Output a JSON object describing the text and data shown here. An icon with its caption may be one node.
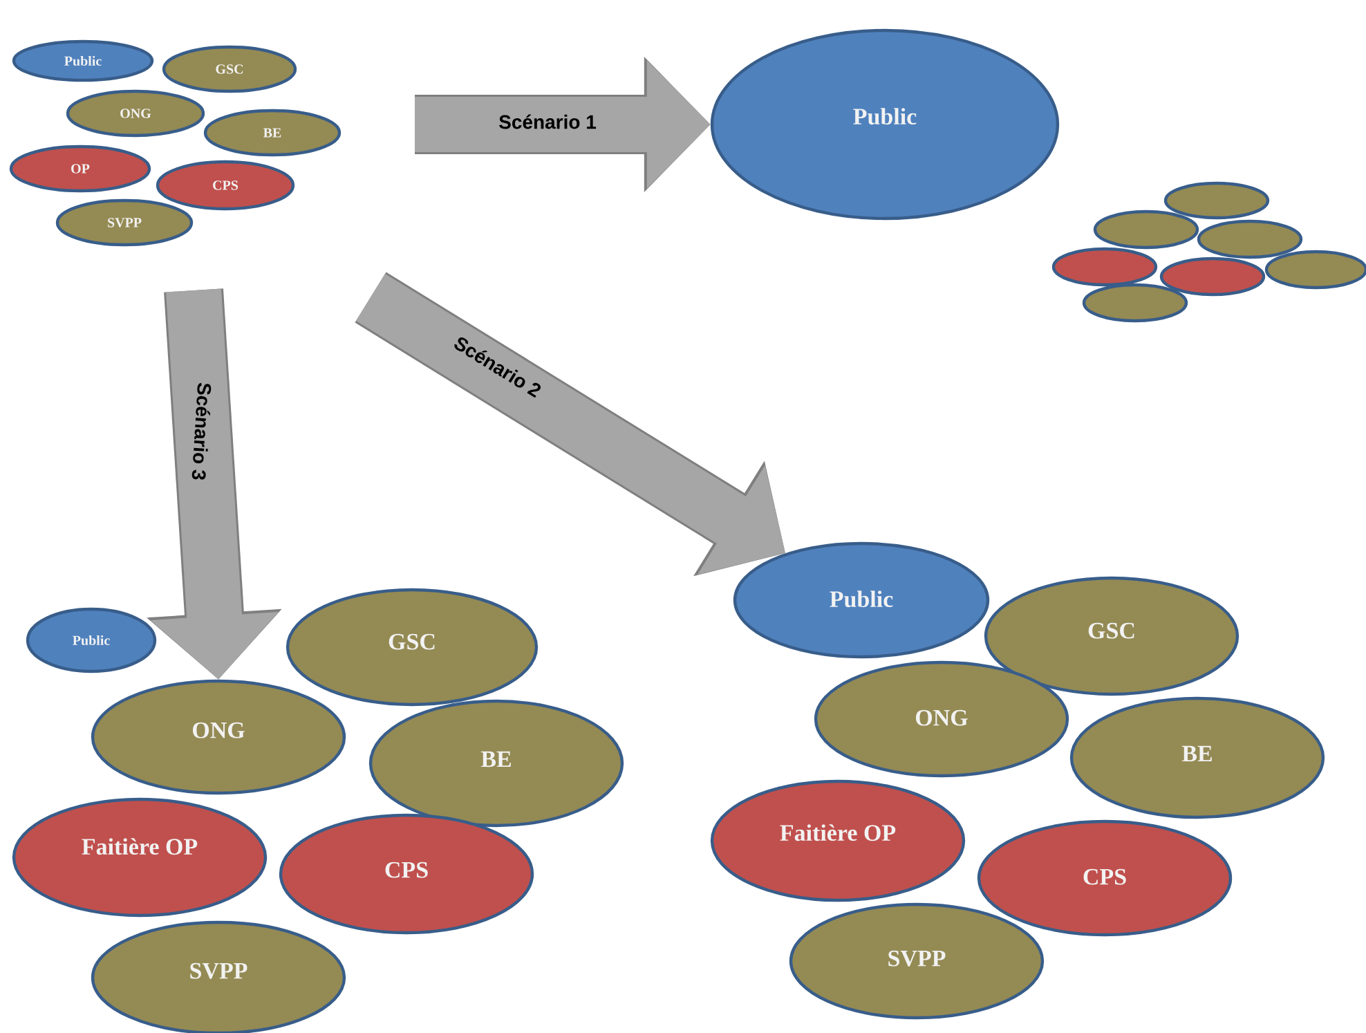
{
  "diagram": {
    "nodes": [
      {
        "text": [
          "Public"
        ]
      },
      {
        "text": [
          "GSC"
        ]
      },
      {
        "text": [
          "ONG"
        ]
      },
      {
        "text": [
          "BE"
        ]
      },
      {
        "text": [
          "OP"
        ]
      },
      {
        "text": [
          "CPS"
        ]
      },
      {
        "text": [
          "SVPP"
        ]
      },
      {
        "text": [
          "Public"
        ]
      },
      {
        "text": [],
        "shape": "ellipse"
      },
      {
        "text": [],
        "shape": "ellipse"
      },
      {
        "text": [],
        "shape": "ellipse"
      },
      {
        "text": [],
        "shape": "ellipse"
      },
      {
        "text": [],
        "shape": "ellipse"
      },
      {
        "text": [],
        "shape": "ellipse"
      },
      {
        "text": [],
        "shape": "ellipse"
      },
      {
        "text": [
          "Public"
        ]
      },
      {
        "text": [
          "GSC"
        ]
      },
      {
        "text": [
          "ONG"
        ]
      },
      {
        "text": [
          "BE"
        ]
      },
      {
        "text": [
          "Faitière OP"
        ]
      },
      {
        "text": [
          "CPS"
        ]
      },
      {
        "text": [
          "SVPP"
        ]
      },
      {
        "text": [
          "Public"
        ]
      },
      {
        "text": [
          "GSC"
        ]
      },
      {
        "text": [
          "ONG"
        ]
      },
      {
        "text": [
          "BE"
        ]
      },
      {
        "text": [
          "Faitière OP"
        ]
      },
      {
        "text": [
          "CPS"
        ]
      },
      {
        "text": [
          "SVPP"
        ]
      }
    ],
    "edges": [
      {
        "from": null,
        "to": 7,
        "arrow": "to",
        "label": "Scénario 1"
      },
      {
        "from": null,
        "to": 22,
        "arrow": "to",
        "label": "Scénario 2"
      },
      {
        "from": null,
        "to": 17,
        "arrow": "to",
        "label": "Scénario 3"
      }
    ]
  }
}
